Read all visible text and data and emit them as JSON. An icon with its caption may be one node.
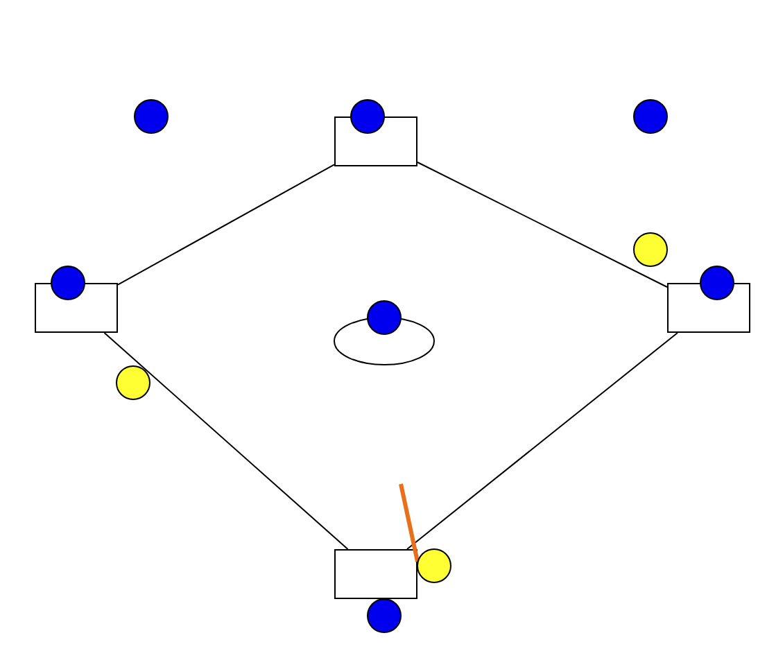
{
  "diagram": {
    "nodes": [
      {
        "text": [],
        "shape": "box"
      },
      {
        "text": [],
        "shape": "box"
      },
      {
        "text": [],
        "shape": "box"
      },
      {
        "text": [],
        "shape": "box"
      }
    ],
    "edges": [
      {
        "from": 1,
        "to": 0,
        "arrow": "none"
      },
      {
        "from": 0,
        "to": 2,
        "arrow": "none"
      },
      {
        "from": 2,
        "to": 3,
        "arrow": "none"
      },
      {
        "from": 3,
        "to": 1,
        "arrow": "none"
      }
    ]
  }
}
